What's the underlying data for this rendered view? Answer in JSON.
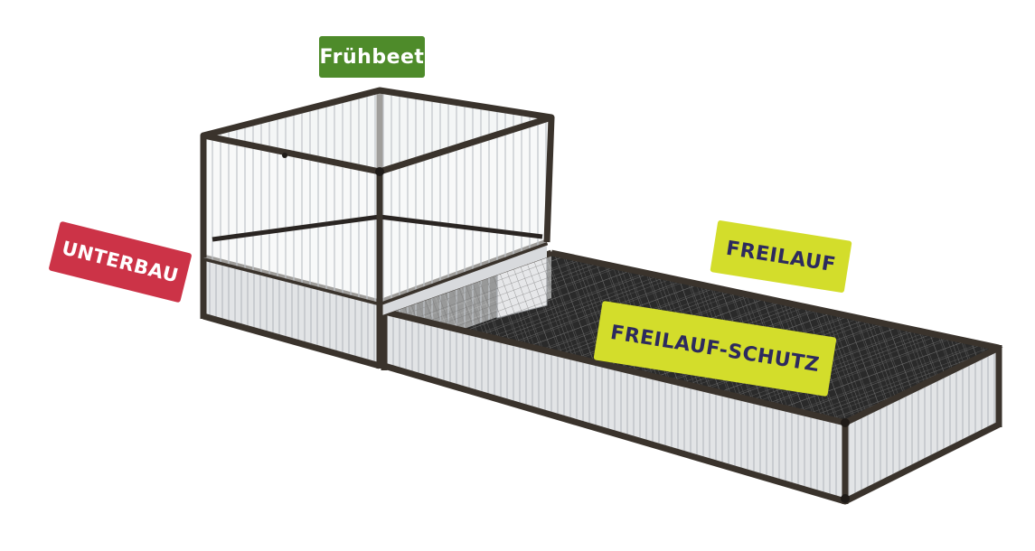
{
  "labels": {
    "fruehbeet": "Frühbeet",
    "unterbau": "UNTERBAU",
    "freilauf": "FREILAUF",
    "freilauf_schutz": "FREILAUF-SCHUTZ"
  },
  "colors": {
    "fruehbeet_badge": "#4e8b2a",
    "unterbau_badge": "#cc3347",
    "freilauf_badge": "#d3dd2b",
    "badge_text_dark": "#2d2a5e",
    "frame": "#3a332c",
    "panel": "#e4e6e8"
  }
}
